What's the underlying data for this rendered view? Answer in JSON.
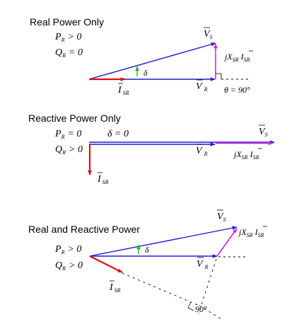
{
  "colors": {
    "voltage_vector": "#1f1fd6",
    "current_vector": "#e01010",
    "drop_vector": "#e020e0",
    "angle_marker": "#22b522",
    "guide_line": "#000000"
  },
  "panels": [
    {
      "title": "Real Power Only",
      "conditions": [
        {
          "symbol": "P",
          "sub": "R",
          "relation": "> 0"
        },
        {
          "symbol": "Q",
          "sub": "R",
          "relation": "= 0"
        }
      ],
      "labels": {
        "vs": "V",
        "vs_sub": "S",
        "vr": "V",
        "vr_sub": "R",
        "isr": "I",
        "isr_sub": "SR",
        "jx": "jX",
        "jx_sub": "SR",
        "jx_i": "I",
        "jx_i_sub": "SR",
        "delta": "δ",
        "theta": "θ = 90°"
      }
    },
    {
      "title": "Reactive Power Only",
      "conditions": [
        {
          "symbol": "P",
          "sub": "R",
          "relation": "= 0"
        },
        {
          "symbol": "Q",
          "sub": "R",
          "relation": "> 0"
        }
      ],
      "extra_condition": "δ = 0",
      "labels": {
        "vs": "V",
        "vs_sub": "S",
        "vr": "V",
        "vr_sub": "R",
        "isr": "I",
        "isr_sub": "SR",
        "jx": "jX",
        "jx_sub": "SR",
        "jx_i": "I",
        "jx_i_sub": "SR"
      }
    },
    {
      "title": "Real and Reactive Power",
      "conditions": [
        {
          "symbol": "P",
          "sub": "R",
          "relation": "> 0"
        },
        {
          "symbol": "Q",
          "sub": "R",
          "relation": "> 0"
        }
      ],
      "labels": {
        "vs": "V",
        "vs_sub": "S",
        "vr": "V",
        "vr_sub": "R",
        "isr": "I",
        "isr_sub": "SR",
        "jx": "jX",
        "jx_sub": "SR",
        "jx_i": "I",
        "jx_i_sub": "SR",
        "delta": "δ",
        "right_angle": "90°"
      }
    }
  ]
}
